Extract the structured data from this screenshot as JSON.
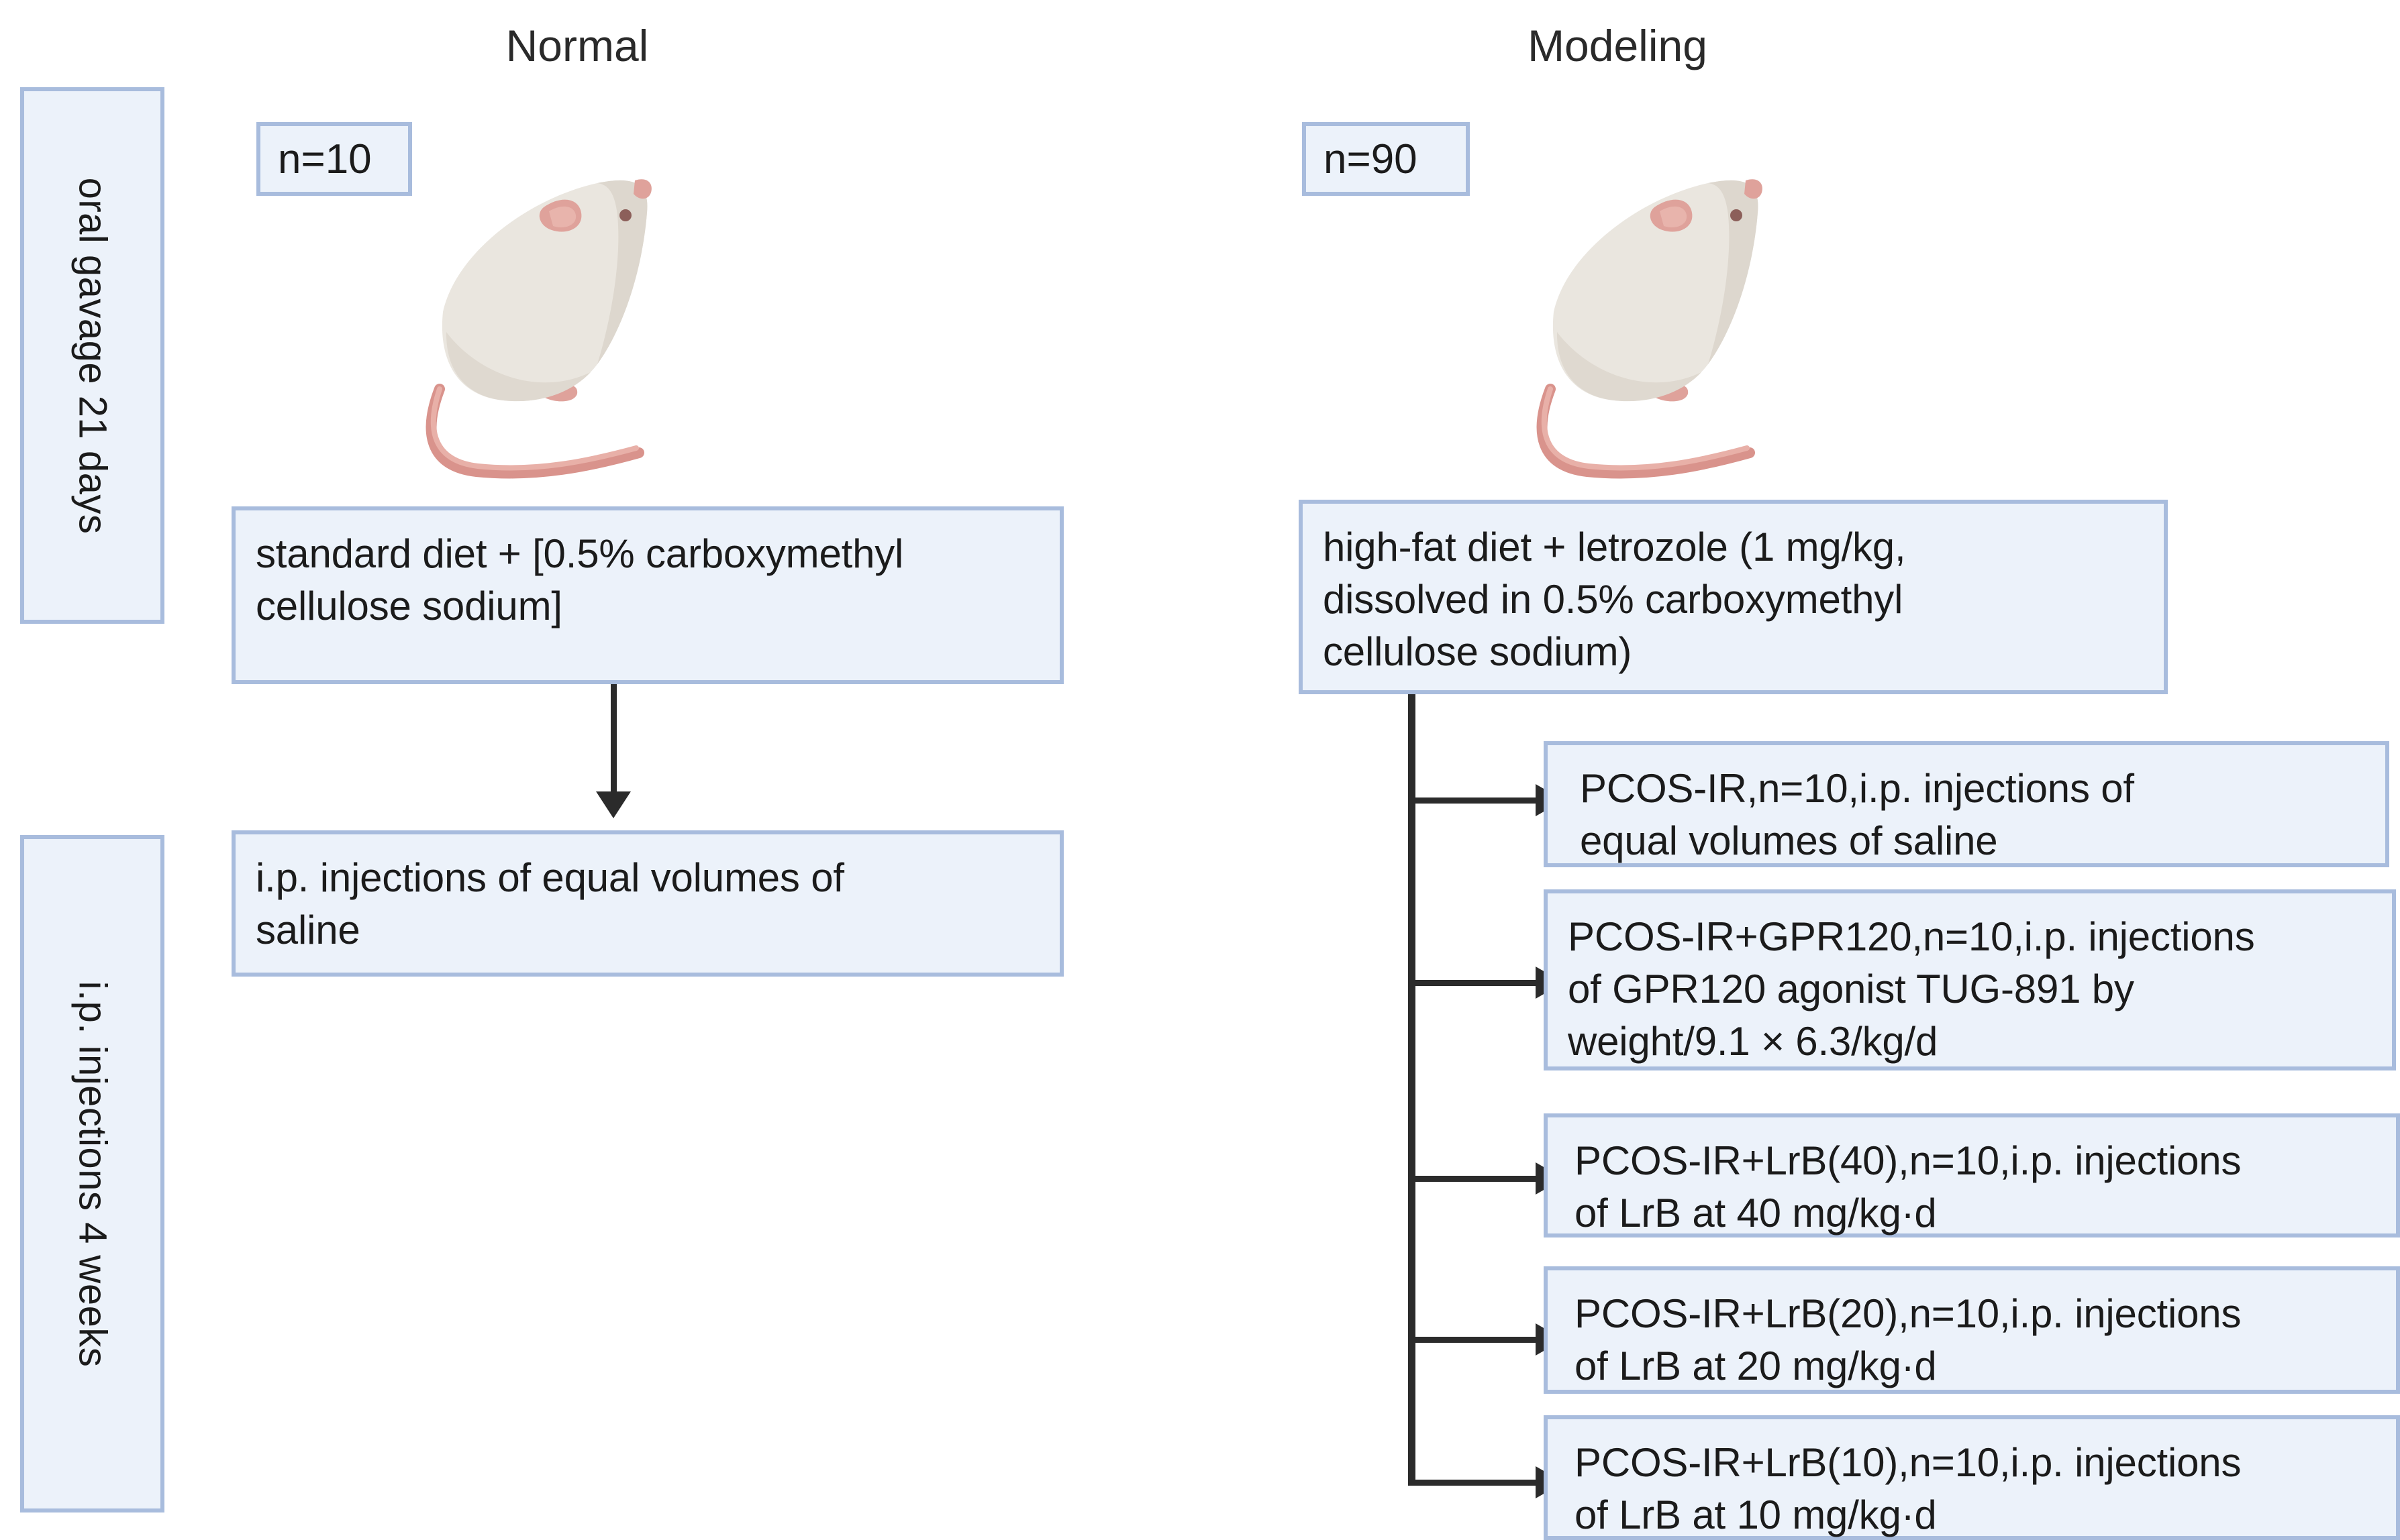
{
  "headers": {
    "normal": "Normal",
    "modeling": "Modeling"
  },
  "sidebars": [
    {
      "id": "oral-gavage",
      "label": "oral gavage 21 days"
    },
    {
      "id": "ip-injections",
      "label": "i.p. injections 4 weeks"
    }
  ],
  "counts": {
    "normal_n": "n=10",
    "modeling_n": "n=90"
  },
  "normal_column": {
    "diet_box": "standard diet + [0.5% carboxymethyl\ncellulose sodium]",
    "treatment_box": "i.p. injections of equal volumes of\nsaline"
  },
  "modeling_column": {
    "diet_box": "high-fat diet + letrozole (1 mg/kg,\ndissolved in 0.5% carboxymethyl\ncellulose sodium)",
    "groups": [
      "PCOS-IR,n=10,i.p. injections of\nequal volumes of saline",
      "PCOS-IR+GPR120,n=10,i.p. injections\nof GPR120 agonist TUG-891 by\nweight/9.1 × 6.3/kg/d",
      "PCOS-IR+LrB(40),n=10,i.p. injections\nof LrB at 40 mg/kg·d",
      "PCOS-IR+LrB(20),n=10,i.p. injections\nof LrB at 20 mg/kg·d",
      "PCOS-IR+LrB(10),n=10,i.p. injections\nof LrB at 10 mg/kg·d"
    ]
  },
  "icons": {
    "normal_rat": "rat-illustration",
    "modeling_rat": "rat-illustration"
  },
  "colors": {
    "box_fill": "#ECF2FA",
    "box_border": "#A8BCDD",
    "connector": "#2b2b2b",
    "rat_body": "#EAE6DF",
    "rat_pink": "#DFA29B",
    "text": "#1b1b1b"
  }
}
